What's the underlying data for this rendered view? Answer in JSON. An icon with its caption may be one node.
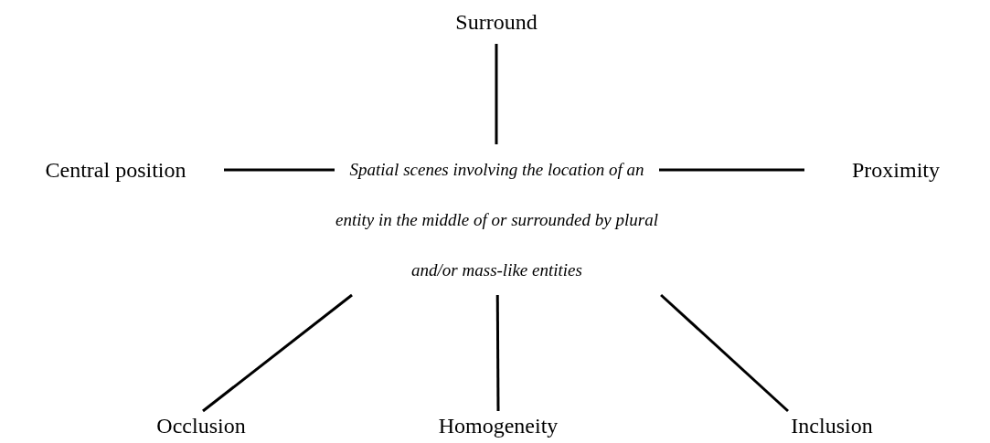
{
  "diagram": {
    "nodes": [
      {
        "text": [
          "Surround"
        ]
      },
      {
        "text": [
          "Central position"
        ]
      },
      {
        "text": [
          "Spatial scenes involving the location of an entity in the middle of or surrounded by plural and/or mass-like entities"
        ]
      },
      {
        "text": [
          "Proximity"
        ]
      },
      {
        "text": [
          "Occlusion"
        ]
      },
      {
        "text": [
          "Homogeneity"
        ]
      },
      {
        "text": [
          "Inclusion"
        ]
      }
    ],
    "edges": [
      {
        "from": 2,
        "to": 0,
        "arrow": "none"
      },
      {
        "from": 2,
        "to": 1,
        "arrow": "none"
      },
      {
        "from": 2,
        "to": 3,
        "arrow": "none"
      },
      {
        "from": 2,
        "to": 4,
        "arrow": "none"
      },
      {
        "from": 2,
        "to": 5,
        "arrow": "none"
      },
      {
        "from": 2,
        "to": 6,
        "arrow": "none"
      }
    ]
  }
}
